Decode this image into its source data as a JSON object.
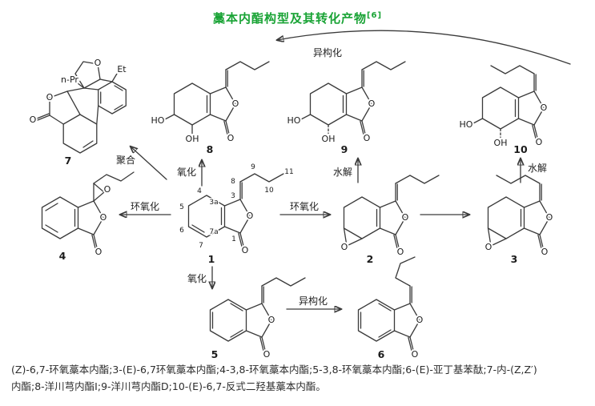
{
  "title": {
    "text": "藁本内酯构型及其转化产物",
    "ref": "[6]",
    "color": "#19a335"
  },
  "labels": {
    "isomerization_top": "异构化",
    "polymerization": "聚合",
    "oxidation_to_8": "氧化",
    "epoxidation_to_4": "环氧化",
    "epoxidation_to_2": "环氧化",
    "hydrolysis_to_9": "水解",
    "hydrolysis_to_10": "水解",
    "oxidation_to_5": "氧化",
    "isomerization_to_6": "异构化"
  },
  "atoms": {
    "O": "O",
    "HO": "HO",
    "OH": "OH",
    "nPr": "n-Pr",
    "Et": "Et"
  },
  "positions": {
    "p1": "1",
    "p3": "3",
    "p3a": "3a",
    "p4": "4",
    "p5": "5",
    "p6": "6",
    "p7": "7",
    "p7a": "7a",
    "p8": "8",
    "p9": "9",
    "p10": "10",
    "p11": "11"
  },
  "compounds": {
    "c1": "1",
    "c2": "2",
    "c3": "3",
    "c4": "4",
    "c5": "5",
    "c6": "6",
    "c7": "7",
    "c8": "8",
    "c9": "9",
    "c10": "10"
  },
  "caption": {
    "line1": "(Z)-6,7-环氧藁本内酯;3-(E)-6,7环氧藁本内酯;4-3,8-环氧藁本内酯;5-3,8-环氧藁本内酯;6-(E)-亚丁基苯酞;7-内-(Z,Z′)",
    "line2": "内酯;8-洋川芎内酯I;9-洋川芎内酯D;10-(E)-6,7-反式二羟基藁本内酯。"
  }
}
